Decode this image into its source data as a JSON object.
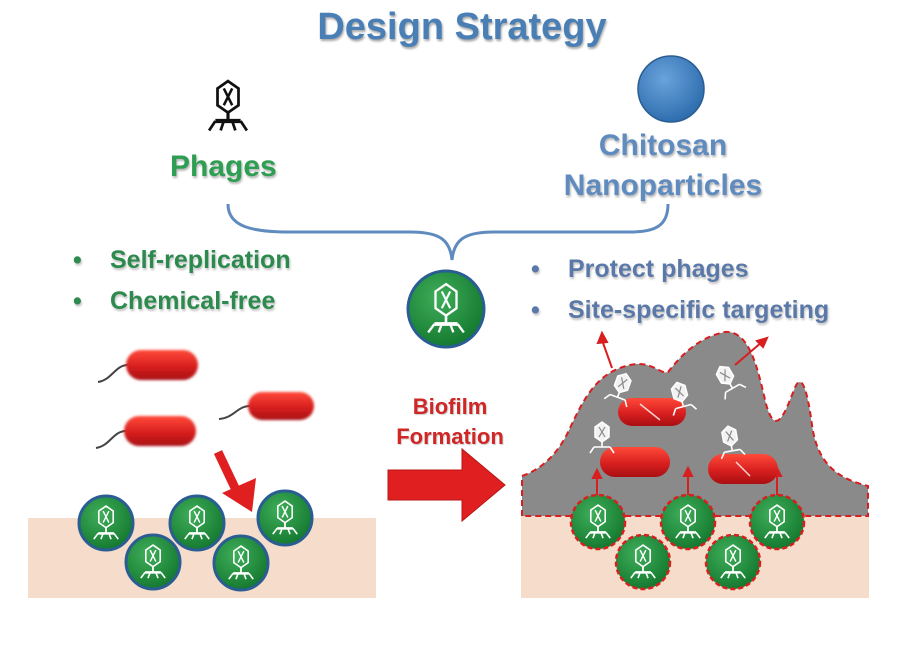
{
  "title": "Design Strategy",
  "phages_label": "Phages",
  "chitosan_label": "Chitosan Nanoparticles",
  "left_bullets": [
    "Self-replication",
    "Chemical-free"
  ],
  "right_bullets": [
    "Protect phages",
    "Site-specific targeting"
  ],
  "process_label": "Biofilm Formation",
  "colors": {
    "title": "#4a7fb5",
    "phages_text": "#2e9e52",
    "chitosan_text": "#5f8bbf",
    "nanoparticle": "#4a86c5",
    "bacteria": "#d81f1f",
    "phage_particle": "#1f8a3c",
    "biofilm": "#8a8a8a",
    "surface": "#f6dccb",
    "arrow": "#e02020"
  },
  "icons": {
    "phage": "phage-icon",
    "nanoparticle": "nanoparticle-circle",
    "bacterium": "bacterium-shape"
  }
}
